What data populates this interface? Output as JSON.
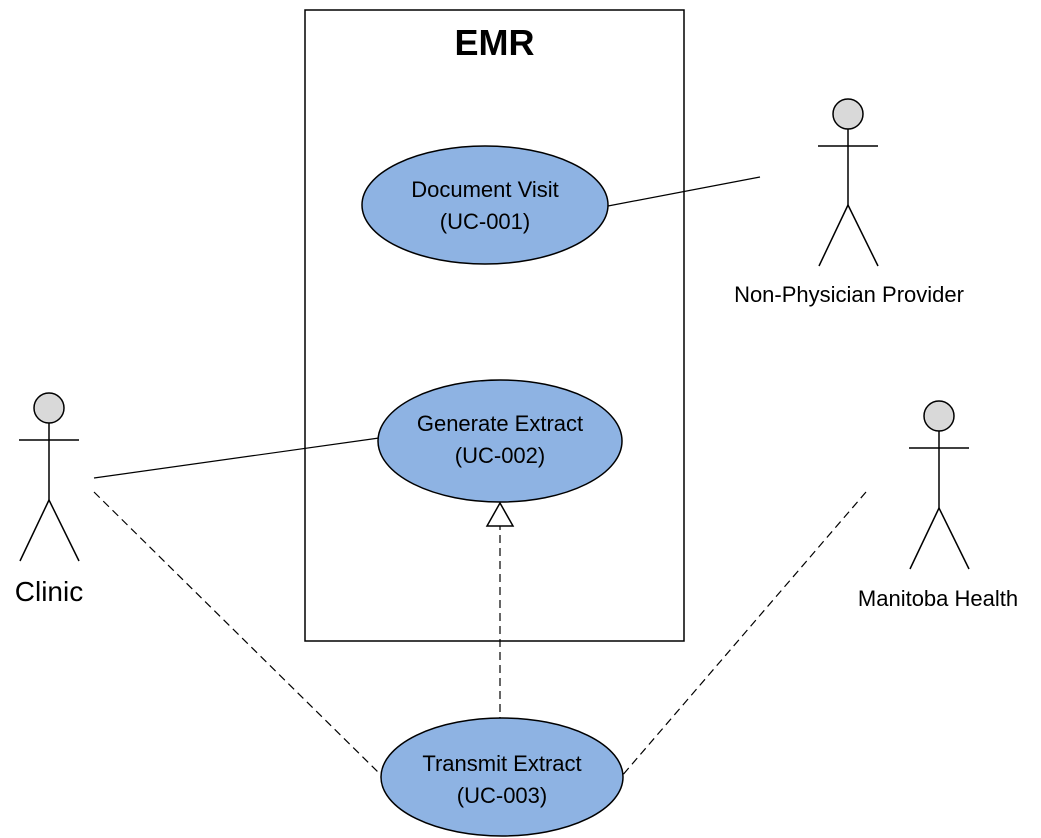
{
  "diagram": {
    "type": "use-case",
    "system": {
      "title": "EMR"
    },
    "use_cases": [
      {
        "id": "uc1",
        "name": "Document Visit",
        "code": "(UC-001)"
      },
      {
        "id": "uc2",
        "name": "Generate Extract",
        "code": "(UC-002)"
      },
      {
        "id": "uc3",
        "name": "Transmit Extract",
        "code": "(UC-003)"
      }
    ],
    "actors": [
      {
        "id": "provider",
        "name": "Non-Physician Provider"
      },
      {
        "id": "clinic",
        "name": "Clinic"
      },
      {
        "id": "manitoba",
        "name": "Manitoba Health"
      }
    ],
    "relationships": [
      {
        "from": "provider",
        "to": "uc1",
        "style": "association"
      },
      {
        "from": "clinic",
        "to": "uc2",
        "style": "association"
      },
      {
        "from": "clinic",
        "to": "uc3",
        "style": "dashed"
      },
      {
        "from": "manitoba",
        "to": "uc3",
        "style": "dashed"
      },
      {
        "from": "uc3",
        "to": "uc2",
        "style": "realization"
      }
    ],
    "colors": {
      "use_case_fill": "#8eb3e3",
      "actor_head_fill": "#d9d9d9",
      "stroke": "#000000"
    }
  }
}
